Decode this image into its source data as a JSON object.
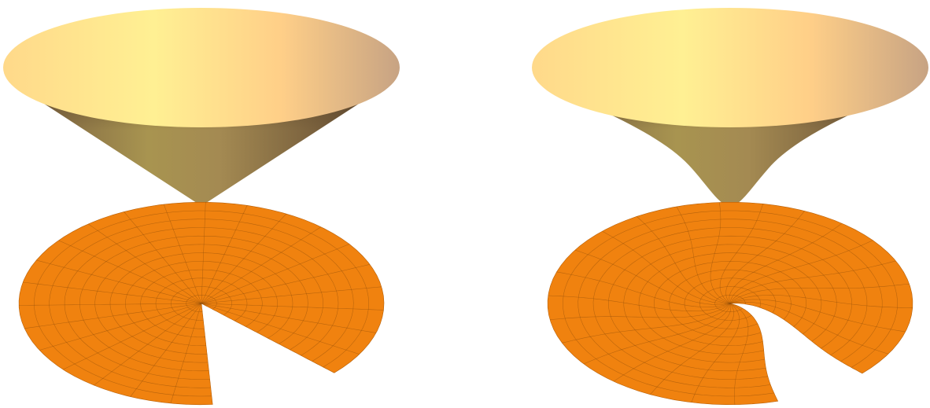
{
  "panels": [
    {
      "id": "cone",
      "surface_shape": "cone",
      "flattened_shape": "annular-sector"
    },
    {
      "id": "smooth-cone",
      "surface_shape": "smoothed-cone",
      "flattened_shape": "curved-sector"
    }
  ],
  "colors": {
    "background": "#ffffff",
    "surface_highlight": "#fff093",
    "surface_mid": "#ffd38a",
    "surface_shadow": "#c49c7c",
    "cone_side_light": "#a89450",
    "cone_side_dark": "#6e5636",
    "sector_fill": "#f0820f",
    "sector_grid": "#8a4a0a"
  }
}
